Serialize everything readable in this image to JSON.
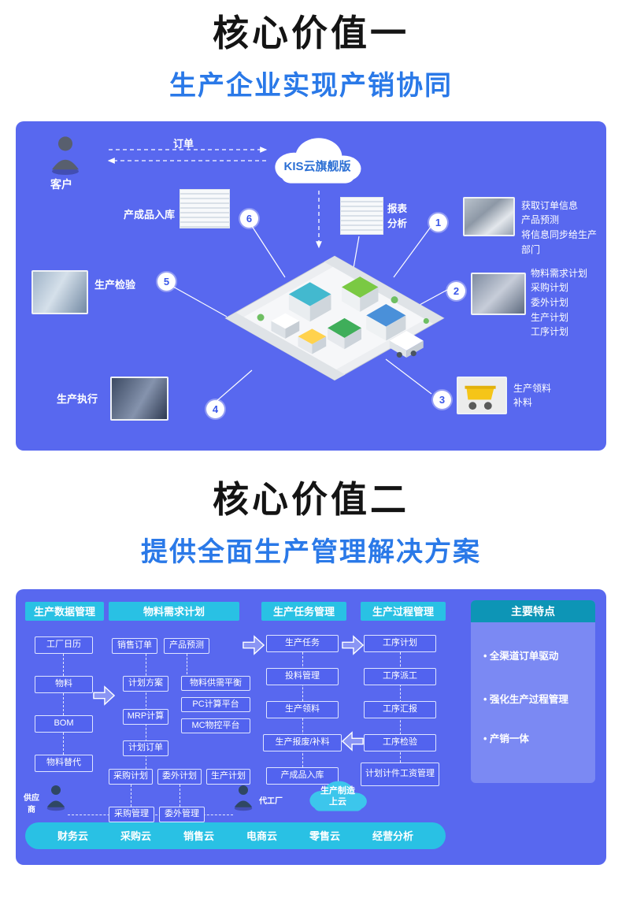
{
  "colors": {
    "panel_blue": "#5868ef",
    "cyan": "#29c1e4",
    "subtitle_blue": "#2a79e8",
    "feature_header_teal": "#0d95b6",
    "features_panel_blue": "#7b89f3",
    "cloud_text_blue": "#2b6fd4"
  },
  "section1": {
    "title": "核心价值一",
    "subtitle": "生产企业实现产销协同",
    "diagram": {
      "customer": "客户",
      "order": "订单",
      "cloud": "KIS云旗舰版",
      "report": "报表\n分析",
      "steps": [
        {
          "num": "1",
          "text": "获取订单信息\n产品预测\n将信息同步给生产部门"
        },
        {
          "num": "2",
          "text": "物料需求计划\n采购计划\n委外计划\n生产计划\n工序计划"
        },
        {
          "num": "3",
          "text": "生产领料\n补料"
        },
        {
          "num": "4",
          "text": "生产执行"
        },
        {
          "num": "5",
          "text": "生产检验"
        },
        {
          "num": "6",
          "text": "产成品入库"
        }
      ]
    }
  },
  "section2": {
    "title": "核心价值二",
    "subtitle": "提供全面生产管理解决方案",
    "columns": [
      {
        "header": "生产数据管理",
        "items": [
          "工厂日历",
          "物料",
          "BOM",
          "物料替代"
        ]
      },
      {
        "header": "物料需求计划",
        "items": [
          "销售订单",
          "产品预测",
          "计划方案",
          "MRP计算",
          "计划订单",
          "采购计划",
          "委外计划",
          "生产计划"
        ],
        "side_items": [
          "物料供需平衡",
          "PC计算平台",
          "MC物控平台"
        ]
      },
      {
        "header": "生产任务管理",
        "items": [
          "生产任务",
          "投料管理",
          "生产领料",
          "生产报废/补料",
          "产成品入库"
        ]
      },
      {
        "header": "生产过程管理",
        "items": [
          "工序计划",
          "工序派工",
          "工序汇报",
          "工序检验",
          "计划计件工资管理"
        ]
      }
    ],
    "features": {
      "header": "主要特点",
      "bullets": [
        "全渠道订单驱动",
        "强化生产过程管理",
        "产销一体"
      ]
    },
    "partners": {
      "supplier": "供应\n商",
      "purchase": "采购管理",
      "outsource": "委外管理",
      "oem": "代工厂",
      "cloud": "生产制造\n上云"
    },
    "clouds": [
      "财务云",
      "采购云",
      "销售云",
      "电商云",
      "零售云",
      "经营分析"
    ]
  }
}
